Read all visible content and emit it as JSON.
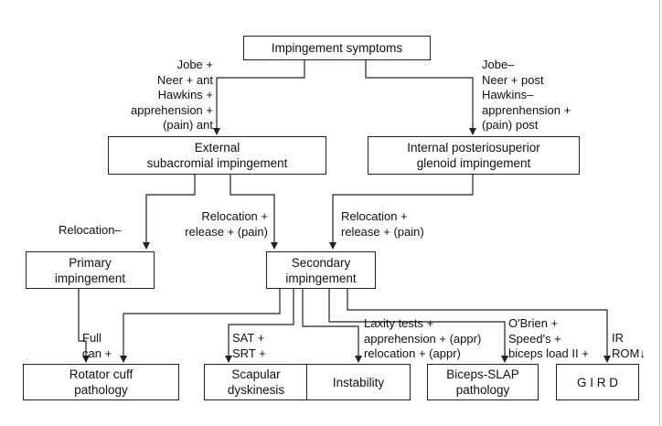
{
  "nodes": {
    "impingement_symptoms": "Impingement symptoms",
    "external": [
      "External",
      "subacromial impingement"
    ],
    "internal": [
      "Internal posteriosuperior",
      "glenoid impingement"
    ],
    "primary": [
      "Primary",
      "impingement"
    ],
    "secondary": [
      "Secondary",
      "impingement"
    ],
    "rotator_cuff": [
      "Rotator cuff",
      "pathology"
    ],
    "scapular": [
      "Scapular",
      "dyskinesis"
    ],
    "instability": "Instability",
    "biceps_slap": [
      "Biceps-SLAP",
      "pathology"
    ],
    "gird": "G I R D"
  },
  "labels": {
    "left_tests": [
      "Jobe +",
      "Neer + ant",
      "Hawkins +",
      "apprehension +",
      "(pain) ant"
    ],
    "right_tests": [
      "Jobe–",
      "Neer + post",
      "Hawkins–",
      "apprenhension +",
      "(pain) post"
    ],
    "relocation_minus": "Relocation–",
    "relocation_release_left": [
      "Relocation +",
      "release + (pain)"
    ],
    "relocation_release_right": [
      "Relocation +",
      "release + (pain)"
    ],
    "full_can": [
      "Full",
      "can +"
    ],
    "sat_srt": [
      "SAT +",
      "SRT +"
    ],
    "laxity": [
      "Laxity tests +",
      "apprehension + (appr)",
      "relocation + (appr)"
    ],
    "obrien": [
      "O'Brien +",
      "Speed's +",
      "biceps load II +"
    ],
    "ir_rom": [
      "IR",
      "ROM↓"
    ]
  }
}
